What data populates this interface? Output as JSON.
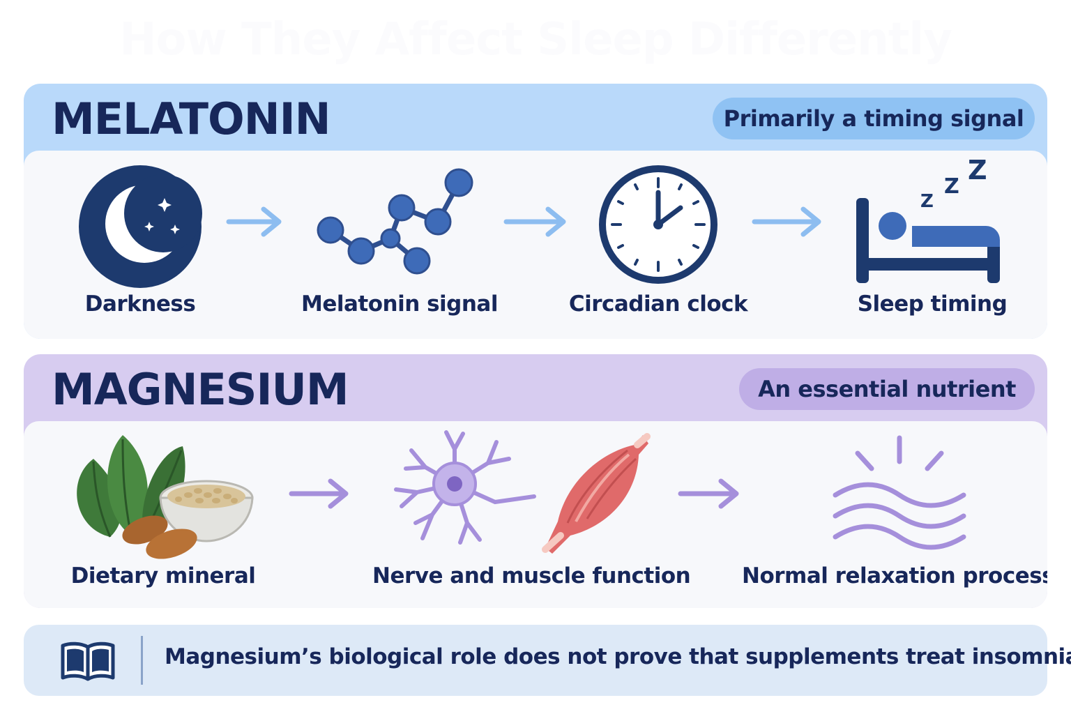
{
  "title": "How They Affect Sleep Differently",
  "melatonin": {
    "title": "MELATONIN",
    "tag": "Primarily a timing signal",
    "steps": [
      {
        "label": "Darkness",
        "icon": "moon-icon"
      },
      {
        "label": "Melatonin signal",
        "icon": "molecule-icon"
      },
      {
        "label": "Circadian clock",
        "icon": "clock-icon"
      },
      {
        "label": "Sleep timing",
        "icon": "bed-icon"
      }
    ],
    "sleep_letters": [
      "Z",
      "Z",
      "Z"
    ]
  },
  "magnesium": {
    "title": "MAGNESIUM",
    "tag": "An essential nutrient",
    "steps": [
      {
        "label": "Dietary mineral",
        "icon": "food-icon"
      },
      {
        "label": "Nerve and muscle function",
        "icon": "nerve-muscle-icon"
      },
      {
        "label": "Normal relaxation processes",
        "icon": "relaxation-waves-icon"
      }
    ]
  },
  "note": {
    "text": "Magnesium’s biological role does not prove that supplements treat insomnia.",
    "icon": "book-icon"
  },
  "colors": {
    "navy": "#1d3a6e",
    "blue_accent": "#8dbdf0",
    "molecule": "#3e6bb8",
    "purple_accent": "#a58fdb",
    "muscle": "#e06a6a",
    "leaf": "#3f7a3a",
    "almond": "#a8652f"
  }
}
